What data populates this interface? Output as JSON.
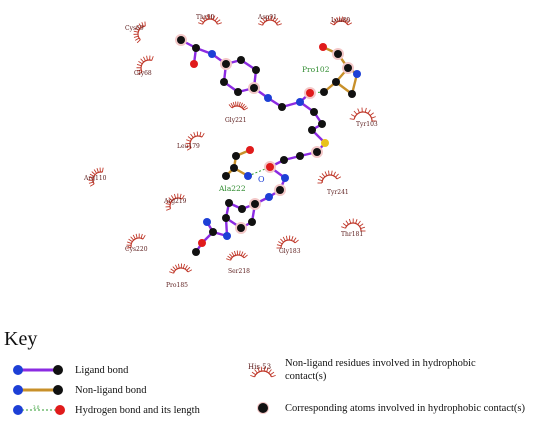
{
  "colors": {
    "ligand_bond": "#8b2be2",
    "nonligand_bond": "#c8902a",
    "hbond": "#2e9b2e",
    "hydrophobic_arc": "#c0392b",
    "carbon": "#111111",
    "nitrogen": "#1d3fd6",
    "oxygen": "#e01b1b",
    "sulfur": "#e8c21a",
    "residue_label": "#5a1a1a",
    "contact_residue_label": "#2e8b2e"
  },
  "contact_residues": [
    {
      "id": "pro102",
      "label": "Pro102"
    },
    {
      "id": "ala222",
      "label": "Ala222"
    }
  ],
  "water_label": "O",
  "hydrophobic_residues": [
    {
      "id": "cys69",
      "label": "Cys69"
    },
    {
      "id": "thr90",
      "label": "Thr90"
    },
    {
      "id": "asp91",
      "label": "Asp91"
    },
    {
      "id": "leu89",
      "label": "Leu89"
    },
    {
      "id": "gly68",
      "label": "Gly68"
    },
    {
      "id": "tyr103",
      "label": "Tyr103"
    },
    {
      "id": "gly221",
      "label": "Gly221"
    },
    {
      "id": "leu179",
      "label": "Leu179"
    },
    {
      "id": "arg110",
      "label": "Arg110"
    },
    {
      "id": "arg219",
      "label": "Arg219"
    },
    {
      "id": "tyr241",
      "label": "Tyr241"
    },
    {
      "id": "thr181",
      "label": "Thr181"
    },
    {
      "id": "cys220",
      "label": "Cys220"
    },
    {
      "id": "gly183",
      "label": "Gly183"
    },
    {
      "id": "ser218",
      "label": "Ser218"
    },
    {
      "id": "pro185",
      "label": "Pro185"
    }
  ],
  "key": {
    "title": "Key",
    "ligand_bond": "Ligand bond",
    "nonligand_bond": "Non-ligand bond",
    "hbond": "Hydrogen bond and its length",
    "hbond_length": "3.0",
    "example_residue": "His 53",
    "hydrophobic_residues_line1": "Non-ligand residues involved in hydrophobic",
    "hydrophobic_residues_line2": "contact(s)",
    "hydrophobic_atoms": "Corresponding atoms involved in hydrophobic contact(s)"
  }
}
